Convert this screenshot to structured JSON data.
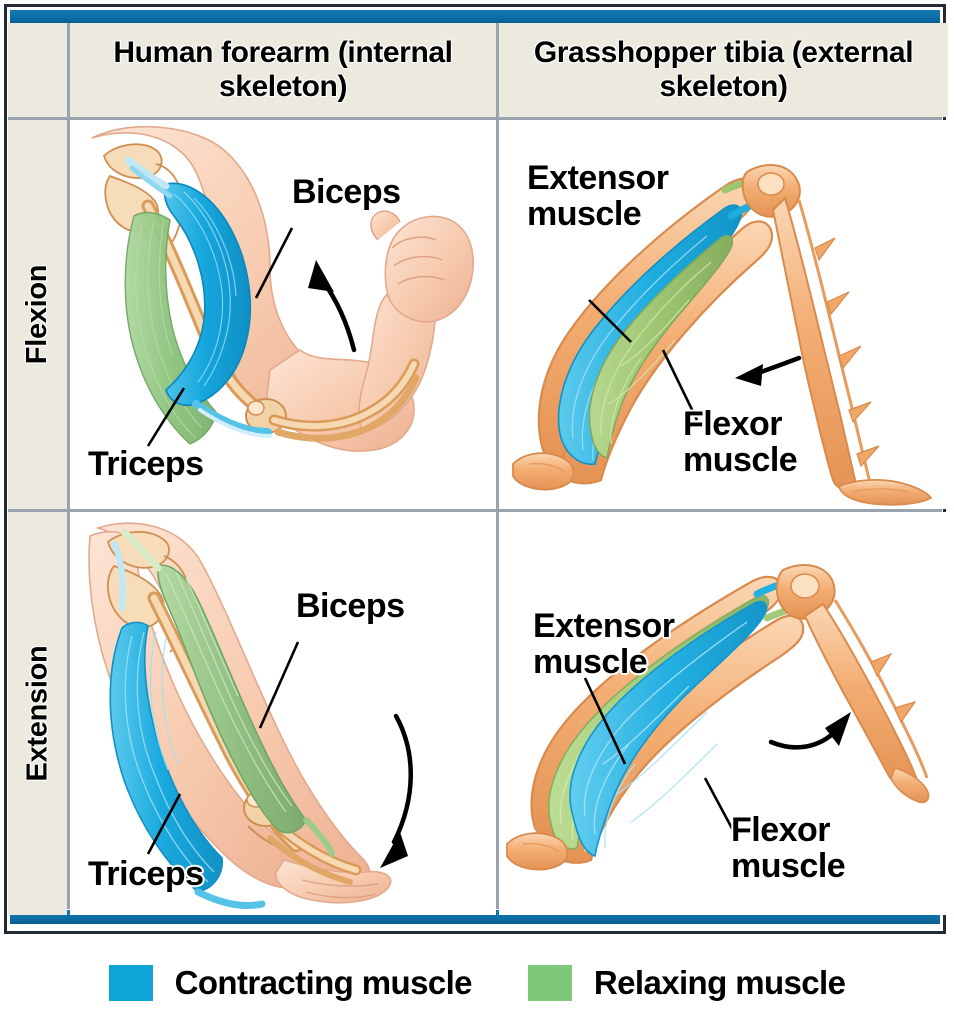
{
  "figure": {
    "columns": [
      {
        "id": "human",
        "title": "Human forearm\n(internal skeleton)"
      },
      {
        "id": "grasshopper",
        "title": "Grasshopper tibia\n(external skeleton)"
      }
    ],
    "rows": [
      {
        "id": "flexion",
        "label": "Flexion"
      },
      {
        "id": "extension",
        "label": "Extension"
      }
    ]
  },
  "panels": {
    "human_flexion": {
      "labels": {
        "upper": "Biceps",
        "lower": "Triceps"
      },
      "muscle_states": {
        "biceps": "contracting",
        "triceps": "relaxing"
      },
      "motion_arrow": "upward"
    },
    "grasshopper_flexion": {
      "labels": {
        "upper": "Extensor\nmuscle",
        "lower": "Flexor\nmuscle"
      },
      "muscle_states": {
        "extensor": "relaxing",
        "flexor": "contracting"
      },
      "motion_arrow": "leftward"
    },
    "human_extension": {
      "labels": {
        "upper": "Biceps",
        "lower": "Triceps"
      },
      "muscle_states": {
        "biceps": "relaxing",
        "triceps": "contracting"
      },
      "motion_arrow": "downward"
    },
    "grasshopper_extension": {
      "labels": {
        "upper": "Extensor\nmuscle",
        "lower": "Flexor\nmuscle"
      },
      "muscle_states": {
        "extensor": "contracting",
        "flexor": "relaxing"
      },
      "motion_arrow": "upward-right"
    }
  },
  "legend": {
    "items": [
      {
        "label": "Contracting muscle",
        "color": "#0FA4D8"
      },
      {
        "label": "Relaxing muscle",
        "color": "#7DC977"
      }
    ]
  },
  "colors": {
    "contracting_blue": "#0FA4D8",
    "relaxing_green": "#7DC977",
    "accent_bar_blue": "#0B6EA6",
    "frame_dark": "#222a33",
    "header_beige": "#eceade",
    "grid_line": "#9aa4ae",
    "skin_light": "#fadcc9",
    "skin_mid": "#f5c5ad",
    "bone_tan": "#e9a96c",
    "cuticle_orange": "#f0a868"
  }
}
